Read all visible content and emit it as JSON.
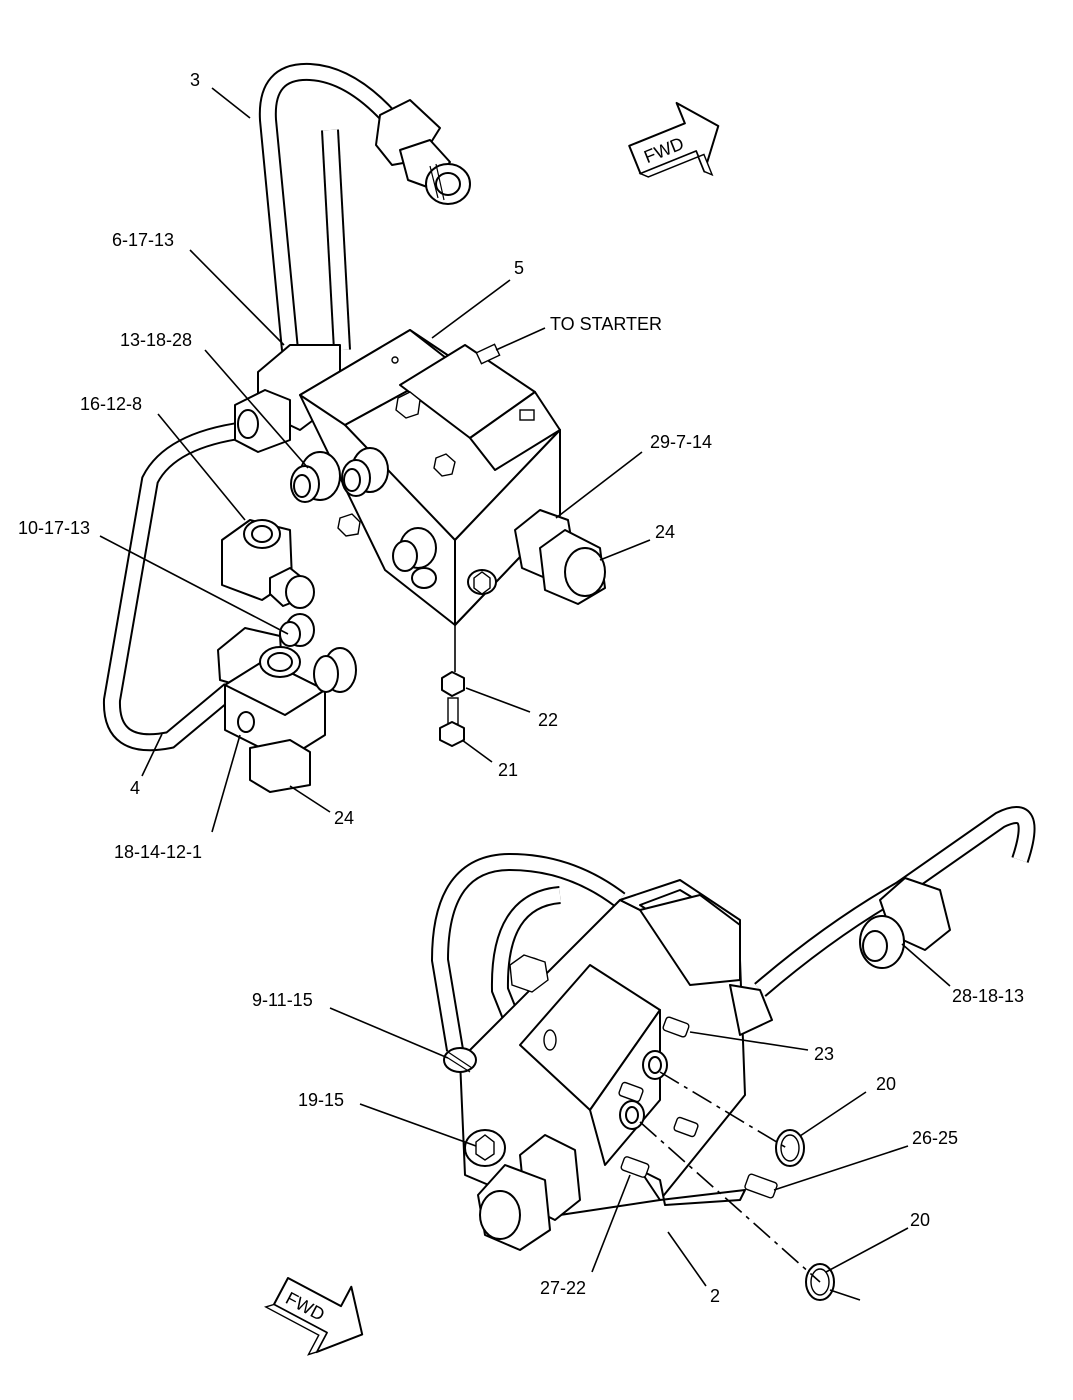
{
  "labels": {
    "l3": "3",
    "l6_17_13": "6-17-13",
    "l5": "5",
    "to_starter": "TO STARTER",
    "l13_18_28": "13-18-28",
    "l16_12_8": "16-12-8",
    "l29_7_14": "29-7-14",
    "l10_17_13": "10-17-13",
    "l24_a": "24",
    "l22": "22",
    "l21": "21",
    "l4": "4",
    "l24_b": "24",
    "l18_14_12_1": "18-14-12-1",
    "l28_18_13": "28-18-13",
    "l9_11_15": "9-11-15",
    "l23": "23",
    "l20_a": "20",
    "l19_15": "19-15",
    "l26_25": "26-25",
    "l20_b": "20",
    "l27_22": "27-22",
    "l2": "2"
  },
  "fwd_arrows": {
    "top": "FWD",
    "bottom": "FWD"
  }
}
